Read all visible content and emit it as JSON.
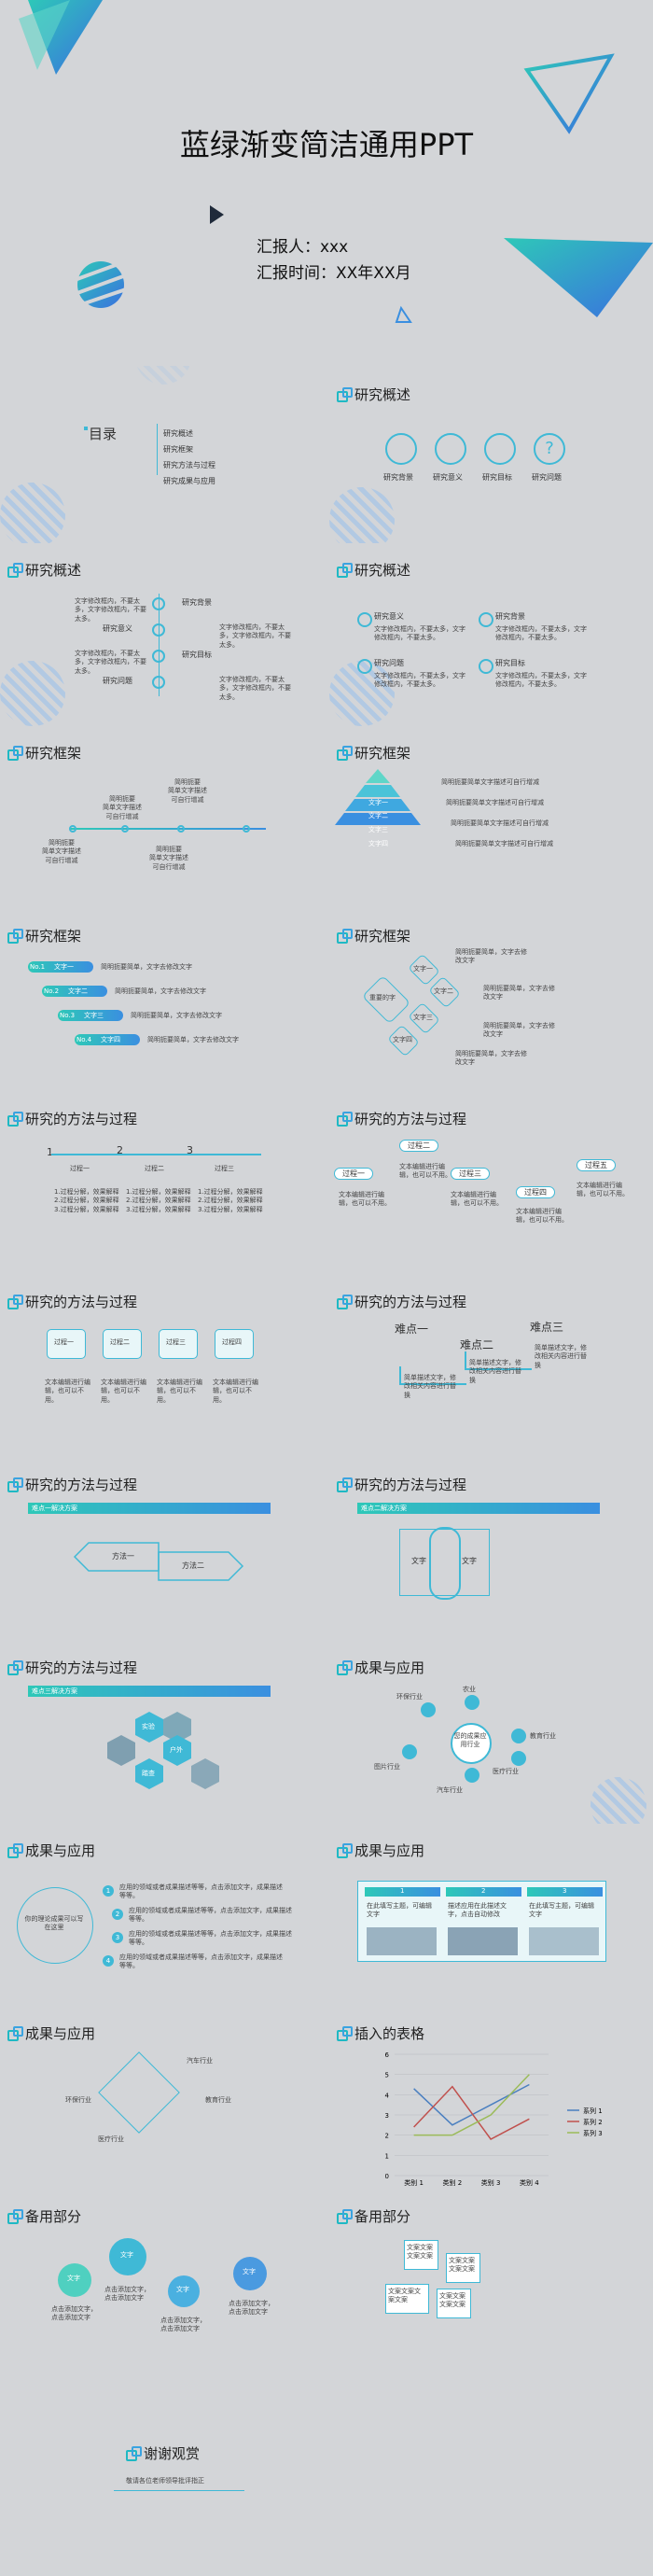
{
  "title_slide": {
    "title": "蓝绿渐变简洁通用PPT",
    "reporter": "汇报人：xxx",
    "time": "汇报时间：XX年XX月"
  },
  "toc": {
    "label": "目录",
    "items": [
      "研究概述",
      "研究框架",
      "研究方法与过程",
      "研究成果与应用"
    ]
  },
  "overview1": {
    "header": "研究概述",
    "items": [
      "研究背景",
      "研究意义",
      "研究目标",
      "研究问题"
    ]
  },
  "overview2": {
    "header": "研究概述",
    "desc": "文字修改框内，不要太多，文字修改框内，不要太多。",
    "items": [
      "研究背景",
      "研究意义",
      "研究目标",
      "研究问题"
    ]
  },
  "overview3": {
    "header": "研究概述",
    "desc": "文字修改框内，不要太多，文字修改框内，不要太多。",
    "items": [
      "研究意义",
      "研究背景",
      "研究问题",
      "研究目标"
    ]
  },
  "frame1": {
    "header": "研究框架",
    "top": [
      "简明扼要\n简单文字描述\n可自行增减",
      "简明扼要\n简单文字描述\n可自行增减"
    ],
    "bottom": [
      "简明扼要\n简单文字描述\n可自行增减",
      "简明扼要\n简单文字描述\n可自行增减"
    ]
  },
  "frame2": {
    "header": "研究框架",
    "levels": [
      "文字一",
      "文字二",
      "文字三",
      "文字四"
    ],
    "desc": "简明扼要简单文字描述可自行增减"
  },
  "frame3": {
    "header": "研究框架",
    "items": [
      {
        "no": "No.1",
        "label": "文字一"
      },
      {
        "no": "No.2",
        "label": "文字二"
      },
      {
        "no": "No.3",
        "label": "文字三"
      },
      {
        "no": "No.4",
        "label": "文字四"
      }
    ],
    "desc": "简明扼要简单，文字去修改文字"
  },
  "frame4": {
    "header": "研究框架",
    "center": "重要的字",
    "items": [
      "文字一",
      "文字二",
      "文字三",
      "文字四"
    ],
    "desc": "简明扼要简单，文字去修改文字"
  },
  "method1": {
    "header": "研究的方法与过程",
    "nums": [
      "1",
      "2",
      "3"
    ],
    "steps": [
      "过程一",
      "过程二",
      "过程三"
    ],
    "desc": "1.过程分解，效果解释\n2.过程分解，效果解释\n3.过程分解，效果解释"
  },
  "method2": {
    "header": "研究的方法与过程",
    "steps": [
      "过程一",
      "过程二",
      "过程三",
      "过程四",
      "过程五"
    ],
    "desc": "文本编辑进行编辑，也可以不用。"
  },
  "method3": {
    "header": "研究的方法与过程",
    "steps": [
      "过程一",
      "过程二",
      "过程三",
      "过程四"
    ],
    "desc": "文本编辑进行编辑，也可以不用。"
  },
  "method4": {
    "header": "研究的方法与过程",
    "points": [
      "难点一",
      "难点二",
      "难点三"
    ],
    "desc": "简单描述文字，修改相关内容进行替换"
  },
  "method5": {
    "header": "研究的方法与过程",
    "banner": "难点一解决方案",
    "items": [
      "方法一",
      "方法二"
    ]
  },
  "method6": {
    "header": "研究的方法与过程",
    "banner": "难点二解决方案",
    "items": [
      "文字",
      "文字"
    ]
  },
  "method7": {
    "header": "研究的方法与过程",
    "banner": "难点三解决方案",
    "items": [
      "实验",
      "户外",
      "踏查"
    ]
  },
  "result1": {
    "header": "成果与应用",
    "center": "您的成果应用行业",
    "items": [
      "环保行业",
      "农业",
      "教育行业",
      "医疗行业",
      "汽车行业",
      "图片行业"
    ]
  },
  "result2": {
    "header": "成果与应用",
    "center": "你的理论成果可以写在这里",
    "items": [
      "应用的领域或者成果描述等等，点击添加文字，成果描述等等。",
      "应用的领域或者成果描述等等，点击添加文字，成果描述等等。",
      "应用的领域或者成果描述等等，点击添加文字，成果描述等等。",
      "应用的领域或者成果描述等等，点击添加文字，成果描述等等。"
    ]
  },
  "result3": {
    "header": "成果与应用",
    "nums": [
      "1",
      "2",
      "3"
    ],
    "items": [
      "在此填写主题，可编辑文字",
      "描述应用在此描述文字，点击自动修改",
      "在此填写主题，可编辑文字"
    ]
  },
  "result4": {
    "header": "成果与应用",
    "items": [
      "汽车行业",
      "环保行业",
      "教育行业",
      "医疗行业"
    ]
  },
  "chart": {
    "header": "插入的表格"
  },
  "chart_data": {
    "type": "line",
    "categories": [
      "类别 1",
      "类别 2",
      "类别 3",
      "类别 4"
    ],
    "series": [
      {
        "name": "系列 1",
        "values": [
          4.3,
          2.5,
          3.5,
          4.5
        ]
      },
      {
        "name": "系列 2",
        "values": [
          2.4,
          4.4,
          1.8,
          2.8
        ]
      },
      {
        "name": "系列 3",
        "values": [
          2,
          2,
          3,
          5
        ]
      }
    ],
    "ylim": [
      0,
      6
    ],
    "yticks": [
      "0",
      "1",
      "2",
      "3",
      "4",
      "5",
      "6"
    ]
  },
  "backup1": {
    "header": "备用部分",
    "bulbs": [
      "文字",
      "文字",
      "文字",
      "文字"
    ],
    "desc": "点击添加文字，点击添加文字"
  },
  "backup2": {
    "header": "备用部分",
    "desc": "文案文案文案文案"
  },
  "thanks": {
    "header": "谢谢观赏",
    "sub": "敬请各位老师领导批评指正"
  },
  "colors": {
    "accent": "#3fb9d6",
    "teal": "#2ec8b8",
    "blue": "#3a8fe0",
    "bg": "#d3d5d8"
  }
}
